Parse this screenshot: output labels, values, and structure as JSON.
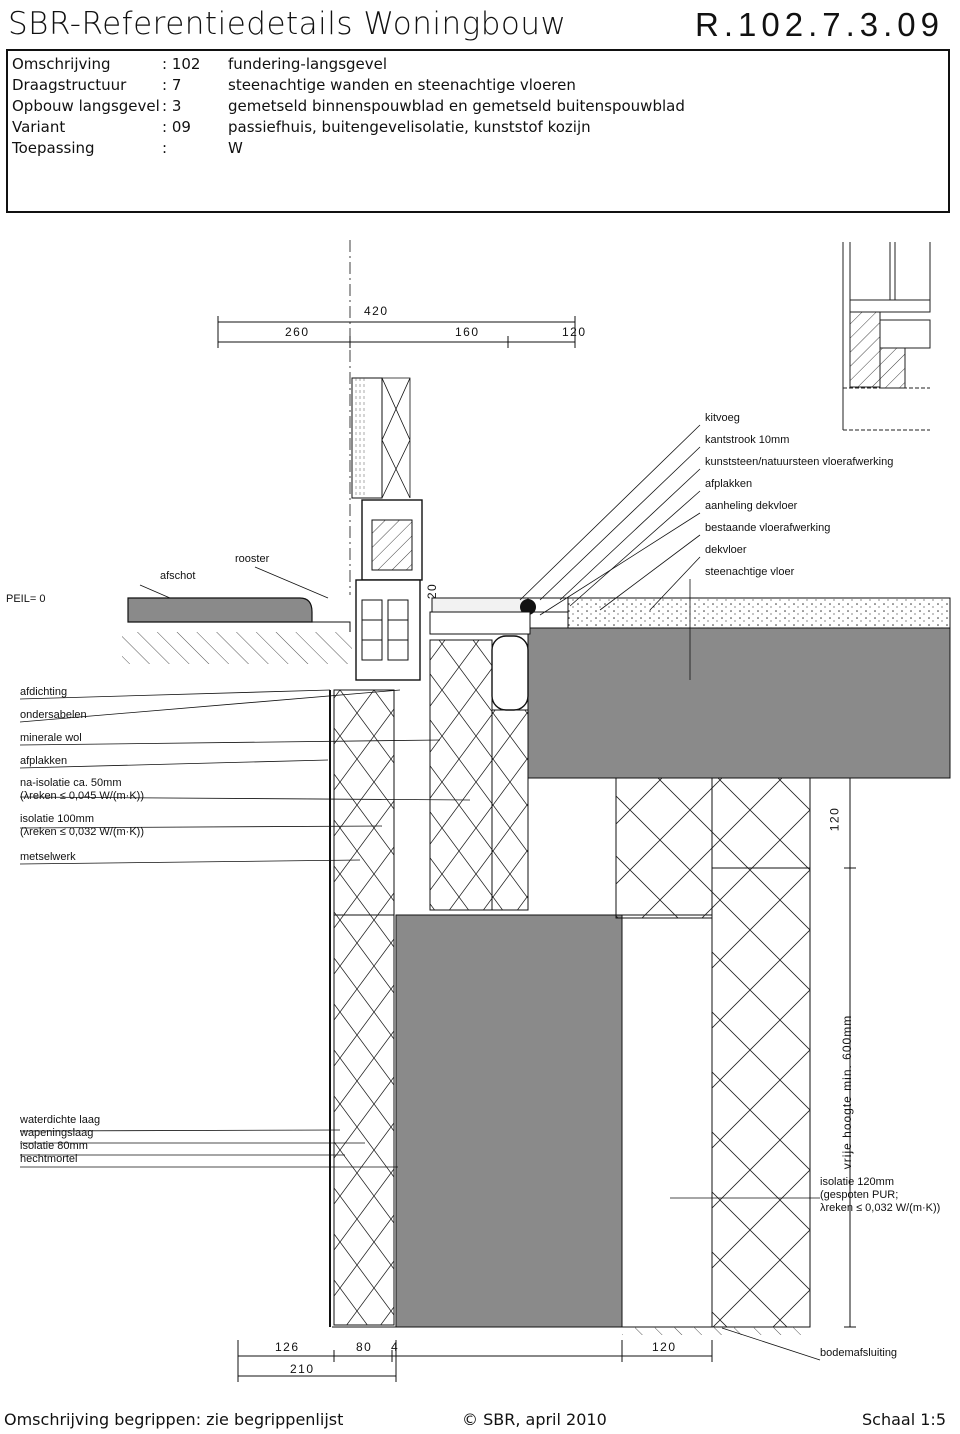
{
  "header": {
    "title": "SBR-Referentiedetails Woningbouw",
    "code": "R.102.7.3.09"
  },
  "info": {
    "rows": [
      {
        "key": "Omschrijving",
        "colon": ":",
        "num": "102",
        "value": "fundering-langsgevel"
      },
      {
        "key": "Draagstructuur",
        "colon": ":",
        "num": "7",
        "value": "steenachtige wanden en steenachtige vloeren"
      },
      {
        "key": "Opbouw langsgevel",
        "colon": ":",
        "num": "3",
        "value": "gemetseld binnenspouwblad en gemetseld buitenspouwblad"
      },
      {
        "key": "Variant",
        "colon": ":",
        "num": "09",
        "value": "passiefhuis, buitengevelisolatie, kunststof kozijn"
      },
      {
        "key": "Toepassing",
        "colon": ":",
        "num": "",
        "value": "W"
      }
    ]
  },
  "dimensions": {
    "top_total": "420",
    "top_parts": [
      "260",
      "160",
      "120"
    ],
    "small_20": "20",
    "right_120": "120",
    "vrije_hoogte": "vrije hoogte min. 600mm",
    "bottom_parts": [
      "126",
      "80",
      "4"
    ],
    "bottom_total": "210",
    "bottom_120": "120"
  },
  "labels_right": [
    "kitvoeg",
    "kantstrook 10mm",
    "kunststeen/natuursteen vloerafwerking",
    "afplakken",
    "aanheling dekvloer",
    "bestaande vloerafwerking",
    "dekvloer",
    "steenachtige vloer"
  ],
  "labels_mid": {
    "afschot": "afschot",
    "rooster": "rooster",
    "peil": "PEIL= 0"
  },
  "labels_left": {
    "afdichting": "afdichting",
    "ondersabelen": "ondersabelen",
    "minerale_wol": "minerale wol",
    "afplakken": "afplakken",
    "na_isolatie_1": "na-isolatie ca. 50mm",
    "na_isolatie_2": "(λreken ≤ 0,045 W/(m·K))",
    "isolatie100_1": "isolatie 100mm",
    "isolatie100_2": "(λreken ≤ 0,032 W/(m·K))",
    "metselwerk": "metselwerk",
    "waterdicht": "waterdichte laag",
    "wapening": "wapeningslaag",
    "isolatie80": "isolatie 80mm",
    "hechtmortel": "hechtmortel"
  },
  "labels_lower_right": {
    "pur_1": "isolatie 120mm",
    "pur_2": "(gespoten PUR;",
    "pur_3": "λreken ≤ 0,032 W/(m·K))",
    "bodemafsluiting": "bodemafsluiting"
  },
  "footer": {
    "left": "Omschrijving begrippen: zie begrippenlijst",
    "center": "© SBR, april 2010",
    "right": "Schaal 1:5"
  },
  "colors": {
    "concrete": "#8a8a8a",
    "line": "#111111",
    "screed": "#f2f2f2"
  }
}
